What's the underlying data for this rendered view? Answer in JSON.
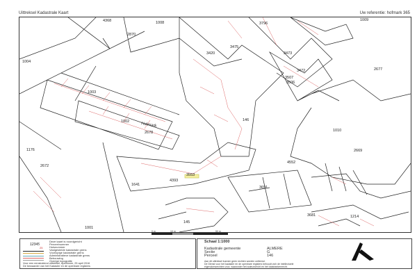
{
  "header": {
    "title": "Uittreksel Kadastrale Kaart",
    "reference": "Uw referentie: hofmark 365"
  },
  "map": {
    "parcels": [
      "4368",
      "2870",
      "1008",
      "3420",
      "3475",
      "3473",
      "3796",
      "1009",
      "2677",
      "3472",
      "3507",
      "3506",
      "1004",
      "1003",
      "1002",
      "146",
      "1010",
      "2678",
      "1176",
      "2672",
      "4552",
      "2669",
      "3691",
      "1641",
      "1001",
      "145",
      "3681",
      "1214",
      "4393",
      "3553"
    ],
    "street": "Holmark"
  },
  "scale_bar": {
    "labels": [
      "0 m",
      "10 m",
      "50 m"
    ]
  },
  "legend": {
    "symbol_number": "12345",
    "symbol_house": "25",
    "items": [
      "Deze kaart is noordgericht",
      "Perceelnummer",
      "Huisnummer",
      "Vastgestelde kadastrale grens",
      "Voorlopige kadastrale grens",
      "Administratieve kadastrale grens",
      "Bebouwing",
      "Overige topografie"
    ],
    "footer": [
      "Voor een eensluidend uittreksel, Apeldoorn, 25 april 2016",
      "De bewaarder van het Kadaster en de openbare registers"
    ]
  },
  "info": {
    "scale": "Schaal 1:1000",
    "fields": [
      {
        "label": "Kadastrale gemeente",
        "value": "ALMERE"
      },
      {
        "label": "Sectie",
        "value": "G"
      },
      {
        "label": "Perceel",
        "value": "146"
      }
    ],
    "disclaimer": [
      "Aan dit uittreksel kunnen geen rechten worden ontleend.",
      "De Dienst voor het kadaster en de openbare registers behoudt zich de intellectuele",
      "eigendomsrechten voor, waaronder het auteursrecht en het databankenrecht."
    ]
  }
}
